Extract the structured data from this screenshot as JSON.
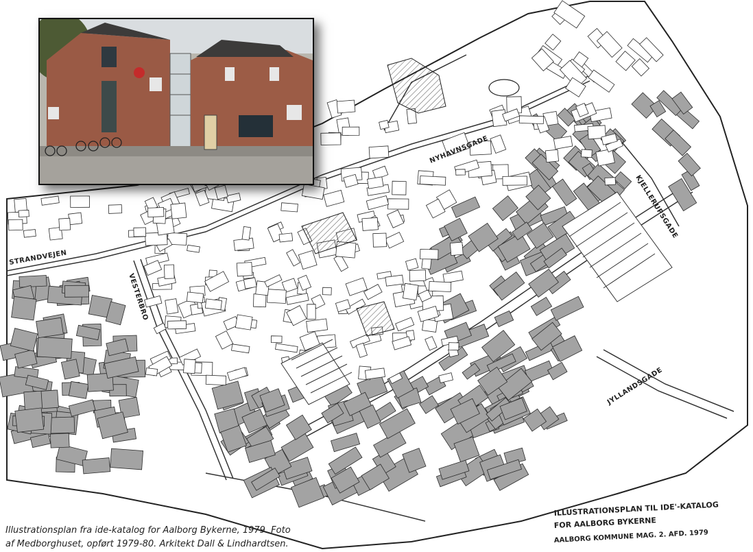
{
  "map": {
    "street_labels": [
      "NYHAVNSGADE",
      "STRANDVEJEN",
      "VESTERBRO",
      "KJELLERUPSGADE",
      "JYLLANDSGADE"
    ],
    "title_block": [
      "ILLUSTRATIONSPLAN TIL IDE'-KATALOG",
      "FOR AALBORG BYKERNE",
      "AALBORG KOMMUNE MAG. 2. AFD. 1979"
    ],
    "colors": {
      "block_fill": "#a3a3a3",
      "line": "#2a2a2a",
      "paper": "#ffffff"
    }
  },
  "photo": {
    "description_icon": "medborghuset-photo"
  },
  "caption": {
    "line1": "Illustrationsplan fra ide-katalog for Aalborg Bykerne, 1979. Foto",
    "line2": "af Medborghuset, opført 1979-80. Arkitekt Dall & Lindhardtsen."
  }
}
